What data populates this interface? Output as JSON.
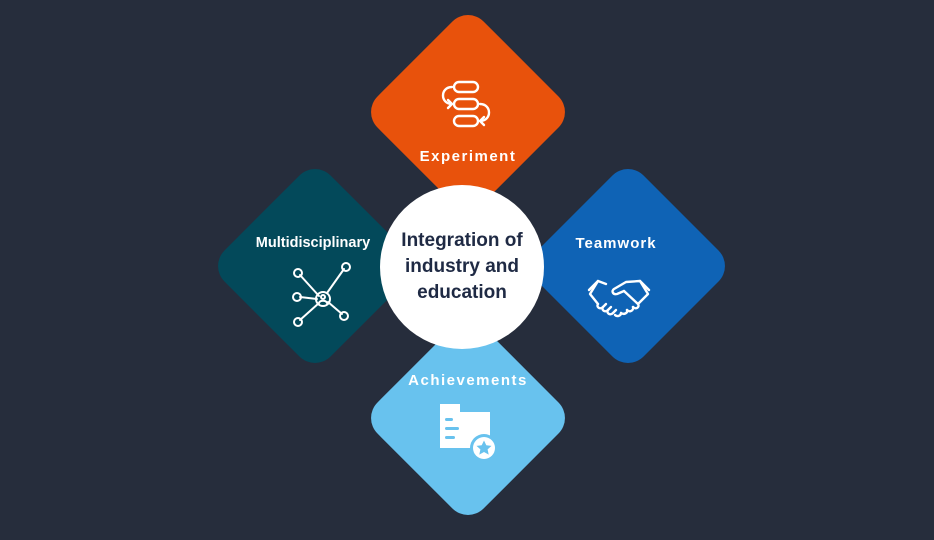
{
  "center": {
    "line1": "Integration of",
    "line2": "industry and",
    "line3": "education"
  },
  "nodes": {
    "top": {
      "label": "Experiment",
      "color": "#e8520c",
      "icon": "cycle-flow-icon"
    },
    "right": {
      "label": "Teamwork",
      "color": "#0f63b5",
      "icon": "handshake-icon"
    },
    "left": {
      "label": "Multidisciplinary",
      "color": "#03495a",
      "icon": "network-icon"
    },
    "bottom": {
      "label": "Achievements",
      "color": "#68c2ee",
      "icon": "folder-star-icon"
    }
  },
  "background_color": "#262d3c"
}
